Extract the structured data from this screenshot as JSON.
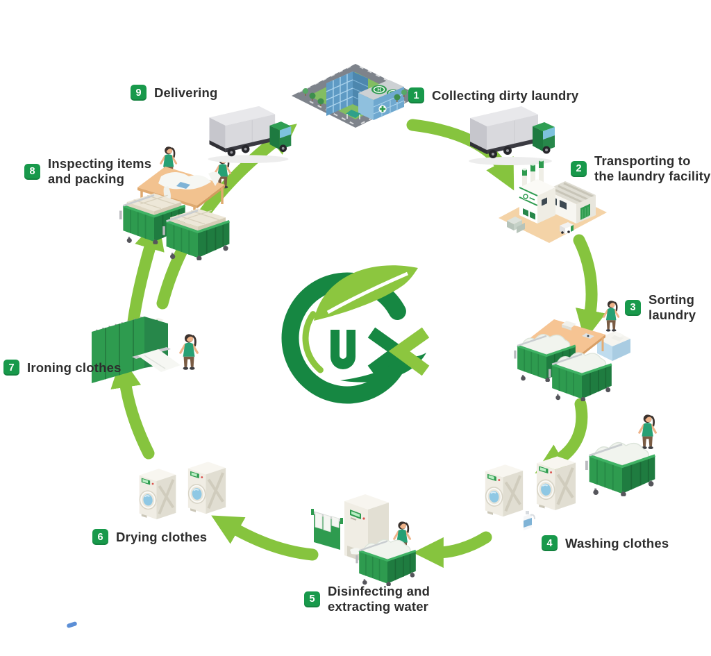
{
  "colors": {
    "arrow_green": "#86C43E",
    "badge_green": "#18994B",
    "logo_dark_green": "#168742",
    "logo_light_green": "#8CC63F",
    "text": "#2D2D2D"
  },
  "logo": {
    "text_u": "U",
    "text_x": "X"
  },
  "steps": [
    {
      "num": "1",
      "lines": [
        "Collecting dirty laundry"
      ]
    },
    {
      "num": "2",
      "lines": [
        "Transporting to",
        "the laundry facility"
      ]
    },
    {
      "num": "3",
      "lines": [
        "Sorting",
        "laundry"
      ]
    },
    {
      "num": "4",
      "lines": [
        "Washing clothes"
      ]
    },
    {
      "num": "5",
      "lines": [
        "Disinfecting and",
        "extracting water"
      ]
    },
    {
      "num": "6",
      "lines": [
        "Drying clothes"
      ]
    },
    {
      "num": "7",
      "lines": [
        "Ironing clothes"
      ]
    },
    {
      "num": "8",
      "lines": [
        "Inspecting items",
        "and packing"
      ]
    },
    {
      "num": "9",
      "lines": [
        "Delivering"
      ]
    }
  ],
  "illustrations": {
    "center": "ux-laundry-logo",
    "step1": "hospital-building",
    "step1_to_2": "delivery-truck",
    "step2": "laundry-facility-factory",
    "step3": "sorting-table-with-laundry-carts",
    "step3_to_4": "worker-pushing-laundry-cart",
    "step4": "washing-machines-with-detergent",
    "step5": "water-extracting-machine-with-cart",
    "step6": "drying-machines",
    "step7": "ironing-machine-with-worker",
    "step8": "inspection-table-with-packed-carts",
    "step9": "delivery-truck"
  }
}
